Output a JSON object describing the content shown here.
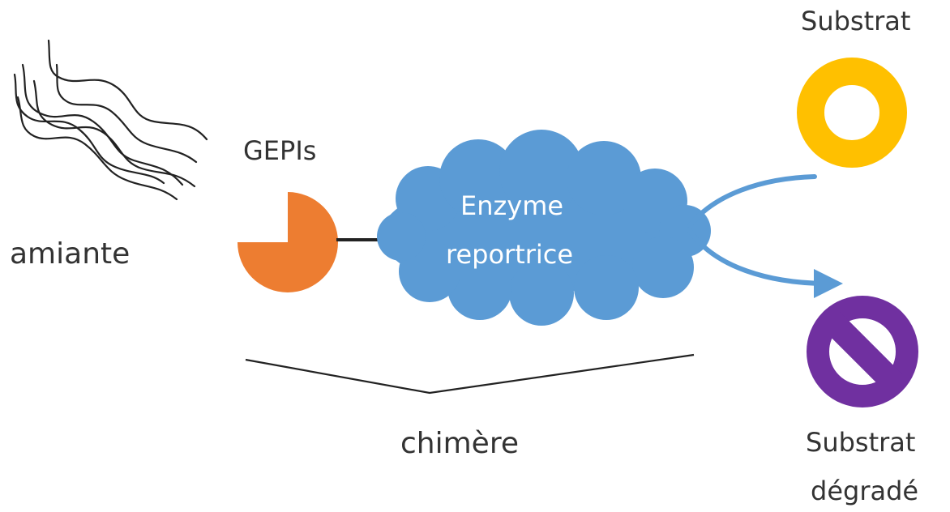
{
  "labels": {
    "amiante": "amiante",
    "gepis": "GEPIs",
    "enzyme_line1": "Enzyme",
    "enzyme_line2": "reportrice",
    "chimere": "chimère",
    "substrat": "Substrat",
    "substrat_degrade_line1": "Substrat",
    "substrat_degrade_line2": "dégradé"
  },
  "colors": {
    "gepi": "#ED7D31",
    "enzyme": "#5B9BD5",
    "substrat": "#FFC000",
    "substrat_degrade": "#7030A0",
    "arrow": "#5B9BD5",
    "fibers": "#222222",
    "text": "#333333"
  },
  "icons": {
    "asbestos": "asbestos-fibers-icon",
    "gepi": "pacman-wedge-icon",
    "enzyme": "cloud-icon",
    "substrat": "ring-icon",
    "substrat_degrade": "prohibited-icon"
  }
}
